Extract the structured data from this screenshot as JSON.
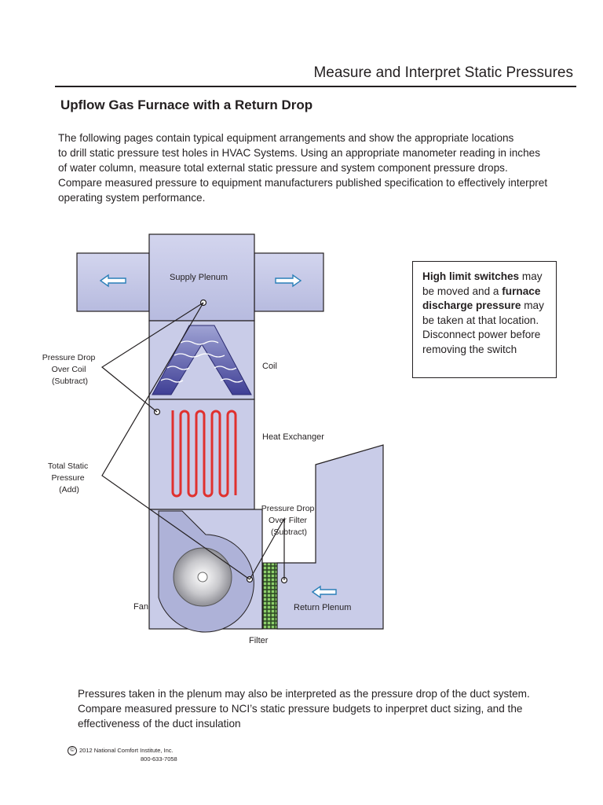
{
  "header": {
    "title": "Measure and Interpret Static Pressures"
  },
  "section": {
    "heading": "Upflow Gas Furnace with a Return Drop"
  },
  "intro": {
    "lines": [
      "The following pages contain typical equipment arrangements and show the appropriate locations",
      "to drill static pressure test holes in HVAC Systems.  Using an appropriate manometer reading in inches",
      "of water column, measure total external static pressure and system component pressure  drops.",
      "Compare measured pressure to equipment  manufacturers published specification to effectively interpret",
      "operating system performance."
    ]
  },
  "diagram": {
    "labels": {
      "supply_plenum": "Supply Plenum",
      "coil": "Coil",
      "heat_exchanger": "Heat Exchanger",
      "fan": "Fan",
      "filter": "Filter",
      "return_plenum": "Return Plenum",
      "pressure_drop_coil": [
        "Pressure Drop",
        "Over Coil",
        "(Subtract)"
      ],
      "total_static": [
        "Total Static",
        "Pressure",
        "(Add)"
      ],
      "pressure_drop_filter": [
        "Pressure Drop",
        "Over Filter",
        "(Subtract)"
      ]
    },
    "colors": {
      "cabinet": "#c5c8e6",
      "coil": "#5a5aa8",
      "heat_exchanger": "#e0302e",
      "filter": "#6ab04c",
      "outline": "#231f20"
    }
  },
  "callout": {
    "b1": "High limit switches",
    "t1": " may be moved and a ",
    "b2": "furnace discharge pressure",
    "t2": " may be taken at that location. Disconnect power before removing the switch"
  },
  "footer": {
    "lines": [
      "Pressures taken in the plenum may also be interpreted as the pressure drop of the duct system.",
      "Compare measured pressure to NCI’s  static pressure budgets to inperpret duct sizing, and the",
      "effectiveness of the duct insulation"
    ]
  },
  "copyright": {
    "symbol": "©",
    "text": "2012 National Comfort Institute, Inc.",
    "phone": "800-633-7058"
  }
}
